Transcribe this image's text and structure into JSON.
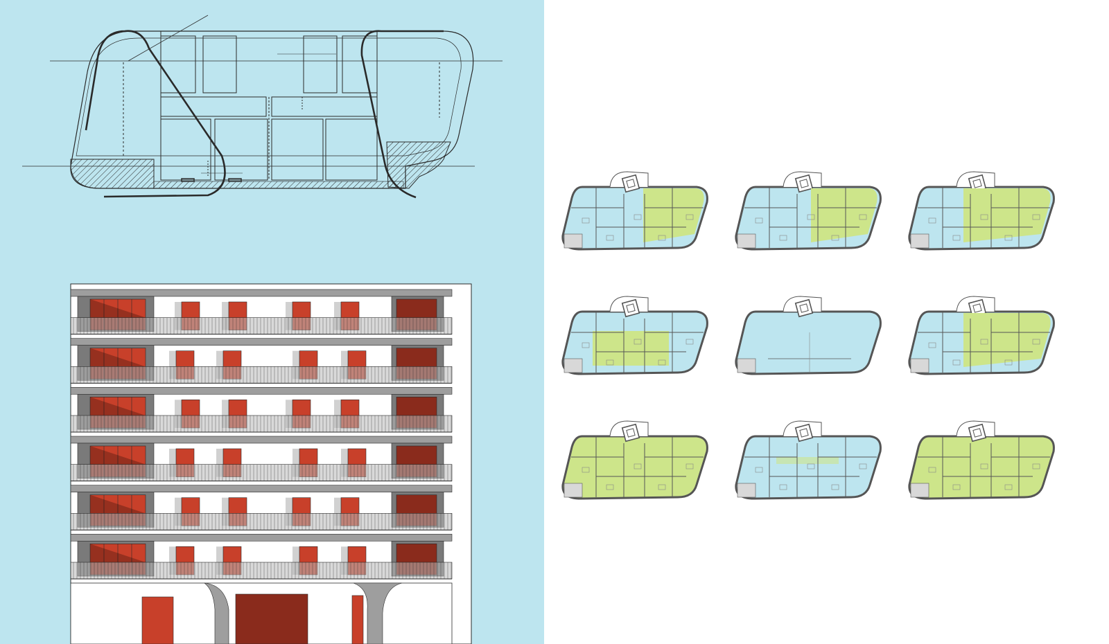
{
  "colors": {
    "panel_bg": "#bde5ef",
    "line": "#2a2a2a",
    "facade_white": "#ffffff",
    "facade_grey": "#9e9e9e",
    "balcony_grey": "#b9b9b9",
    "shutter_red": "#c8402a",
    "shutter_dark": "#8a2b1c",
    "plan_blue": "#bde5ef",
    "plan_green": "#cde58a",
    "plan_wall": "#555555",
    "plan_terrace": "#d8d8d8"
  },
  "icons": {
    "stair": "stair-icon"
  },
  "diagram": {
    "facade_floor_count": 6,
    "facade_column_count": 6,
    "floor_plans": [
      {
        "id": "plan-1",
        "type": "mixed-blue-green"
      },
      {
        "id": "plan-2",
        "type": "mixed-blue-green"
      },
      {
        "id": "plan-3",
        "type": "mixed-blue-green"
      },
      {
        "id": "plan-4",
        "type": "mixed-blue-green"
      },
      {
        "id": "plan-5",
        "type": "open-blue"
      },
      {
        "id": "plan-6",
        "type": "mixed-blue-green"
      },
      {
        "id": "plan-7",
        "type": "mostly-green"
      },
      {
        "id": "plan-8",
        "type": "mostly-blue"
      },
      {
        "id": "plan-9",
        "type": "mostly-green"
      }
    ]
  }
}
